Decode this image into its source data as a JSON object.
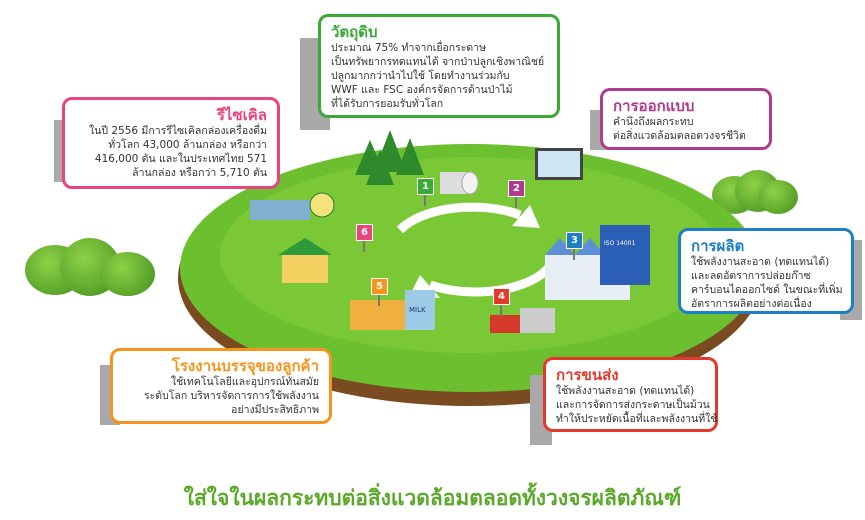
{
  "colors": {
    "raw": "#3aa935",
    "recycle": "#e8457e",
    "design": "#b03a8c",
    "production": "#1d7fc4",
    "transport": "#e53a2b",
    "customer": "#f7941d",
    "ground": "#6cbf2f"
  },
  "stages": {
    "raw_material": {
      "title": "วัตถุดิบ",
      "lines": [
        "ประมาณ 75% ทำจากเยื่อกระดาษ",
        "เป็นทรัพยากรทดแทนได้ จากป่าปลูกเชิงพาณิชย์",
        "ปลูกมากกว่านำไปใช้ โดยทำงานร่วมกับ",
        "WWF และ FSC องค์กรจัดการด้านป่าไม้",
        "ที่ได้รับการยอมรับทั่วโลก"
      ]
    },
    "recycle": {
      "title": "รีไซเคิล",
      "lines": [
        "ในปี 2556 มีการรีไซเคิลกล่องเครื่องดื่ม",
        "ทั่วโลก 43,000 ล้านกล่อง หรือกว่า",
        "416,000 ตัน และในประเทศไทย 571",
        "ล้านกล่อง หรือกว่า 5,710 ตัน"
      ]
    },
    "design": {
      "title": "การออกแบบ",
      "lines": [
        "คำนึงถึงผลกระทบ",
        "ต่อสิ่งแวดล้อมตลอดวงจรชีวิต"
      ]
    },
    "production": {
      "title": "การผลิต",
      "lines": [
        "ใช้พลังงานสะอาด (ทดแทนได้)",
        "และลดอัตราการปล่อยก๊าซ",
        "คาร์บอนไดออกไซด์ ในขณะที่เพิ่ม",
        "อัตราการผลิตอย่างต่อเนื่อง"
      ]
    },
    "transport": {
      "title": "การขนส่ง",
      "lines": [
        "ใช้พลังงานสะอาด (ทดแทนได้)",
        "และการจัดการส่งกระดาษเป็นม้วน",
        "ทำให้ประหยัดเนื้อที่และพลังงานที่ใช้"
      ]
    },
    "customer": {
      "title": "โรงงานบรรจุของลูกค้า",
      "lines": [
        "ใช้เทคโนโลยีและอุปกรณ์ทันสมัย",
        "ระดับโลก บริหารจัดการการใช้พลังงาน",
        "อย่างมีประสิทธิภาพ"
      ]
    }
  },
  "markers": [
    "1",
    "2",
    "3",
    "4",
    "5",
    "6"
  ],
  "scene_labels": {
    "milk": "MILK",
    "iso": "ISO 14001"
  },
  "footer": "ใส่ใจในผลกระทบต่อสิ่งแวดล้อมตลอดทั้งวงจรผลิตภัณฑ์"
}
